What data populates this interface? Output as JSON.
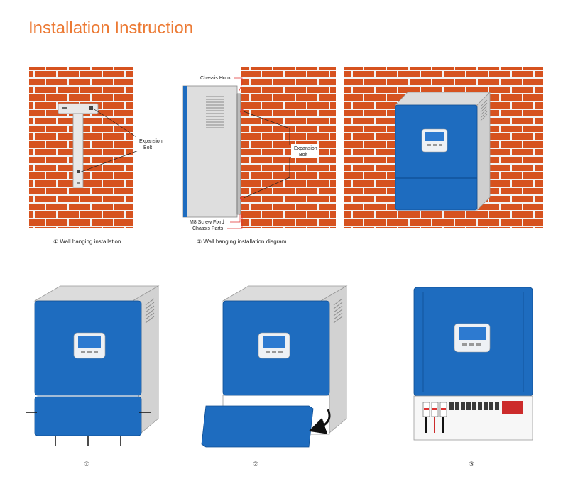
{
  "title": "Installation Instruction",
  "colors": {
    "accent": "#ec7a34",
    "brick": "#d6521f",
    "mortar": "#f3f3f3",
    "cabinet_blue": "#1e6cbf",
    "cabinet_grey": "#dcdcdc",
    "leader_red": "#e03030"
  },
  "panel1": {
    "expansion_bolt_1": "Expansion",
    "expansion_bolt_2": "Bolt",
    "caption": "① Wall hanging installation"
  },
  "panel2": {
    "chassis_hook": "Chassis Hook",
    "expansion_bolt_1": "Expansion",
    "expansion_bolt_2": "Bolt",
    "m8_screw": "M8 Screw Fixrd",
    "chassis_parts": "Chassis Parts",
    "caption": "② Wall hanging installation diagram"
  },
  "steps": {
    "step1": "①",
    "step2": "②",
    "step3": "③"
  }
}
